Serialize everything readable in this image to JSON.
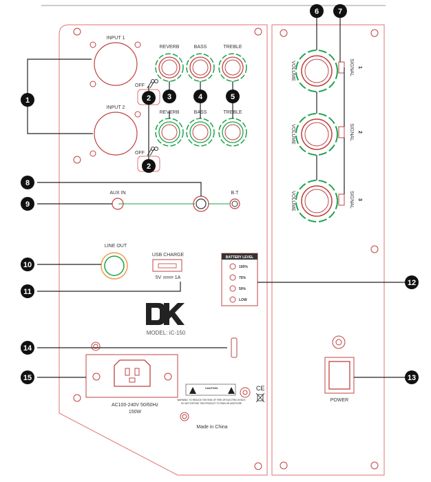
{
  "panel": {
    "inputs": [
      "INPUT 1",
      "INPUT 2"
    ],
    "row1": [
      "REVERB",
      "BASS",
      "TREBLE"
    ],
    "row2": [
      "REVERB",
      "BASS",
      "TREBLE"
    ],
    "off": "OFF",
    "aux_in": "AUX IN",
    "bt": "B.T",
    "line_out": "LINE OUT",
    "usb_charge": "USB CHARGE",
    "usb_spec_left": "5V",
    "usb_spec_right": "1A",
    "battery": {
      "title": "BATTERY LEVEL",
      "levels": [
        "100%",
        "75%",
        "50%",
        "LOW"
      ]
    },
    "model": "MODEL: iC-150",
    "power_spec": "AC100-240V   50/60Hz",
    "power_watt": "150W",
    "made_in": "Made in China",
    "caution": "CAUTION",
    "warning_lines": [
      "WARNING: TO REDUCE THE RISK OF FIRE OR ELECTRIC SHOCK",
      "DO NOT EXPOSE THIS PRODUCT TO RAIN OR MOISTURE"
    ]
  },
  "right": {
    "volume": "VOLUME",
    "signal": "SIGNAL",
    "channels": [
      "1",
      "2",
      "3"
    ],
    "power": "POWER"
  },
  "callouts": [
    "1",
    "2",
    "2",
    "3",
    "4",
    "5",
    "6",
    "7",
    "8",
    "9",
    "10",
    "11",
    "12",
    "13",
    "14",
    "15"
  ]
}
